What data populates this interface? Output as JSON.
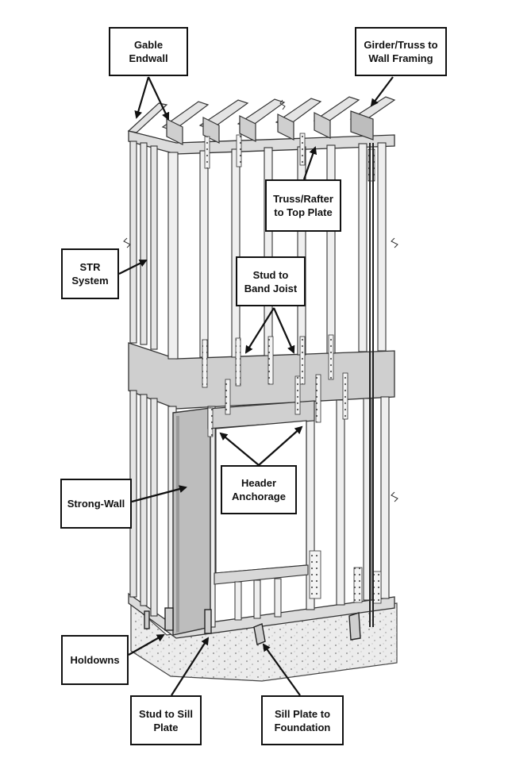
{
  "callouts": {
    "gable_endwall": "Gable Endwall",
    "girder_truss": "Girder/Truss to Wall Framing",
    "truss_rafter": "Truss/Rafter to Top Plate",
    "str_system": "STR System",
    "stud_band_joist": "Stud to Band Joist",
    "strong_wall": "Strong-Wall",
    "header_anchorage": "Header Anchorage",
    "holdowns": "Holdowns",
    "stud_sill_plate": "Stud to Sill Plate",
    "sill_plate_foundation": "Sill Plate to Foundation"
  }
}
